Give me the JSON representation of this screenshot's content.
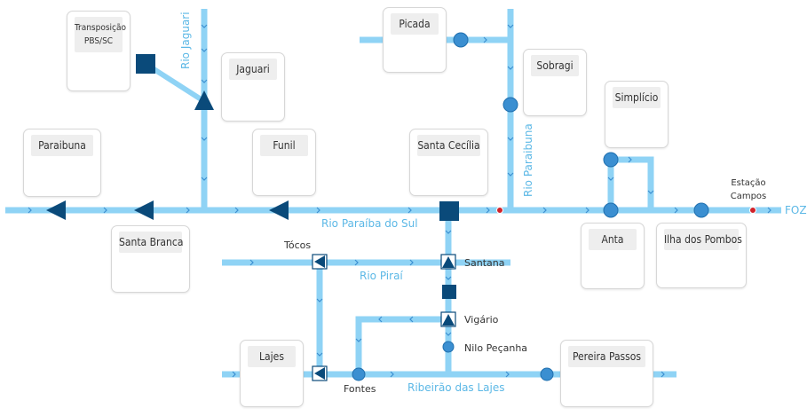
{
  "rivers": {
    "paraiba": "Rio Paraíba do Sul",
    "jaguari": "Rio Jaguari",
    "paraibuna": "Rio Paraibuna",
    "pirai": "Rio Piraí",
    "lajes": "Ribeirão das Lajes",
    "foz": "FOZ"
  },
  "stations": {
    "transposicao": "Transposição PBS/SC",
    "jaguari": "Jaguari",
    "paraibuna": "Paraibuna",
    "funil": "Funil",
    "santa_cecilia": "Santa Cecília",
    "picada": "Picada",
    "sobragi": "Sobragi",
    "simplicio": "Simplício",
    "anta": "Anta",
    "ilha_pombos": "Ilha dos Pombos",
    "santa_branca": "Santa Branca",
    "lajes": "Lajes",
    "pereira_passos": "Pereira Passos",
    "estacao_campos": "Estação Campos"
  },
  "labels": {
    "tocos": "Tócos",
    "santana": "Santana",
    "vigario": "Vigário",
    "nilo_pecanha": "Nilo Peçanha",
    "fontes": "Fontes"
  },
  "colors": {
    "river": "#8fd3f5",
    "node": "#0a4a7a",
    "circle": "#3b8fd1",
    "red": "#d0222a"
  }
}
